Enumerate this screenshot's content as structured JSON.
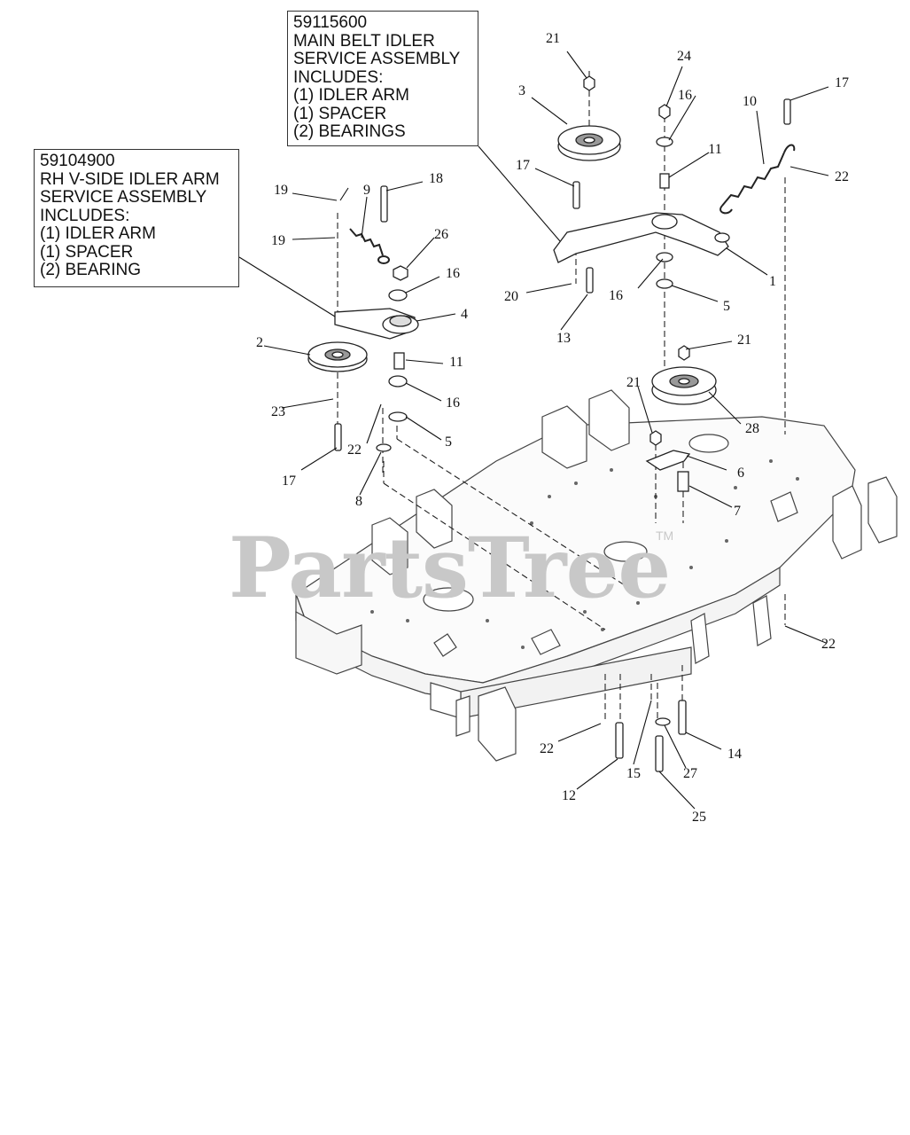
{
  "assemblies": {
    "main_belt_idler": {
      "part_number": "59115600",
      "lines": [
        "MAIN BELT IDLER",
        "SERVICE ASSEMBLY",
        "INCLUDES:",
        "(1) IDLER ARM",
        "(1) SPACER",
        "(2) BEARINGS"
      ]
    },
    "rh_v_side_idler_arm": {
      "part_number": "59104900",
      "lines": [
        "RH V-SIDE IDLER ARM",
        "SERVICE ASSEMBLY",
        "INCLUDES:",
        "(1) IDLER ARM",
        "(1) SPACER",
        "(2) BEARING"
      ]
    }
  },
  "callouts": [
    {
      "id": "c1",
      "label": "1"
    },
    {
      "id": "c2",
      "label": "2"
    },
    {
      "id": "c3",
      "label": "3"
    },
    {
      "id": "c4",
      "label": "4"
    },
    {
      "id": "c5a",
      "label": "5"
    },
    {
      "id": "c5b",
      "label": "5"
    },
    {
      "id": "c6",
      "label": "6"
    },
    {
      "id": "c7",
      "label": "7"
    },
    {
      "id": "c8",
      "label": "8"
    },
    {
      "id": "c9",
      "label": "9"
    },
    {
      "id": "c10",
      "label": "10"
    },
    {
      "id": "c11a",
      "label": "11"
    },
    {
      "id": "c11b",
      "label": "11"
    },
    {
      "id": "c12",
      "label": "12"
    },
    {
      "id": "c13",
      "label": "13"
    },
    {
      "id": "c14",
      "label": "14"
    },
    {
      "id": "c15",
      "label": "15"
    },
    {
      "id": "c16a",
      "label": "16"
    },
    {
      "id": "c16b",
      "label": "16"
    },
    {
      "id": "c16c",
      "label": "16"
    },
    {
      "id": "c16d",
      "label": "16"
    },
    {
      "id": "c17a",
      "label": "17"
    },
    {
      "id": "c17b",
      "label": "17"
    },
    {
      "id": "c17c",
      "label": "17"
    },
    {
      "id": "c18",
      "label": "18"
    },
    {
      "id": "c19a",
      "label": "19"
    },
    {
      "id": "c19b",
      "label": "19"
    },
    {
      "id": "c20",
      "label": "20"
    },
    {
      "id": "c21a",
      "label": "21"
    },
    {
      "id": "c21b",
      "label": "21"
    },
    {
      "id": "c21c",
      "label": "21"
    },
    {
      "id": "c22a",
      "label": "22"
    },
    {
      "id": "c22b",
      "label": "22"
    },
    {
      "id": "c22c",
      "label": "22"
    },
    {
      "id": "c22d",
      "label": "22"
    },
    {
      "id": "c23",
      "label": "23"
    },
    {
      "id": "c24",
      "label": "24"
    },
    {
      "id": "c25",
      "label": "25"
    },
    {
      "id": "c26",
      "label": "26"
    },
    {
      "id": "c27",
      "label": "27"
    },
    {
      "id": "c28",
      "label": "28"
    }
  ],
  "watermark": {
    "text": "PartsTree",
    "trademark": "TM"
  }
}
